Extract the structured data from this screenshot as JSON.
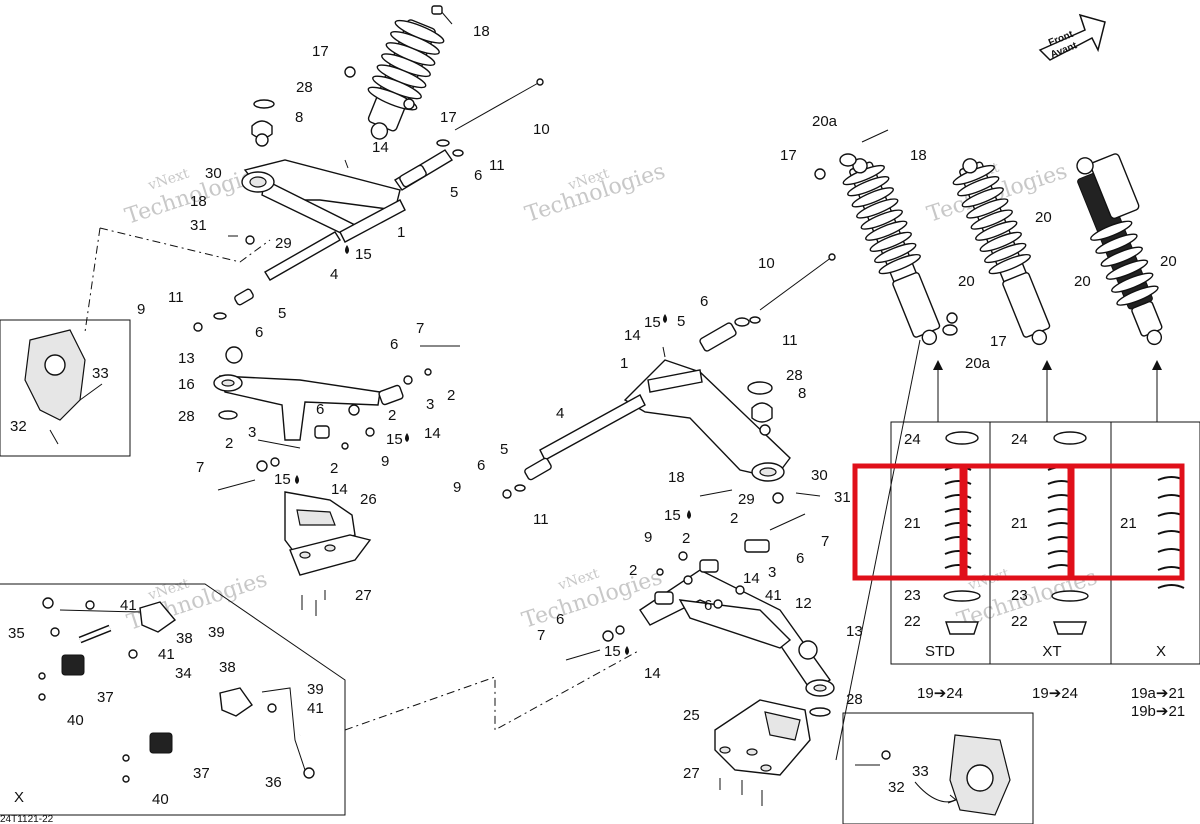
{
  "diagram": {
    "figure_code": "24T1121-22",
    "watermark": [
      "vNext Technologies",
      "vNext",
      "Technologies"
    ],
    "front_arrow": [
      "Front",
      "Avant"
    ],
    "left_box_label": "X",
    "spring_table": {
      "columns": [
        {
          "name": "STD",
          "codes": [
            "19➔24"
          ]
        },
        {
          "name": "XT",
          "codes": [
            "19➔24"
          ]
        },
        {
          "name": "X",
          "codes": [
            "19a➔21",
            "19b➔21"
          ]
        }
      ],
      "row_labels": {
        "cup_top": "24",
        "spring": "21",
        "seat": "23",
        "retainer": "22"
      }
    },
    "callouts": {
      "c18a": "18",
      "c17a": "17",
      "c28a": "28",
      "c8a": "8",
      "c17b": "17",
      "c10a": "10",
      "c30a": "30",
      "c14a": "14",
      "c18b": "18",
      "c6a": "6",
      "c11a": "11",
      "c5a": "5",
      "c31a": "31",
      "c29a": "29",
      "c1a": "1",
      "c15a": "15",
      "c4a": "4",
      "c9a": "9",
      "c11b": "11",
      "c6b": "6",
      "c5b": "5",
      "c33a": "33",
      "c32a": "32",
      "c7a": "7",
      "c6c": "6",
      "c13a": "13",
      "c2a": "2",
      "c16a": "16",
      "c3a": "3",
      "c28b": "28",
      "c6d": "6",
      "c2b": "2",
      "c14b": "14",
      "c15b": "15",
      "c3b": "3",
      "c2c": "2",
      "c9b": "9",
      "c7b": "7",
      "c2d": "2",
      "c15c": "15",
      "c14c": "14",
      "c26": "26",
      "c27a": "27",
      "c35": "35",
      "c41a": "41",
      "c39a": "39",
      "c38a": "38",
      "c41b": "41",
      "c34": "34",
      "c37a": "37",
      "c40a": "40",
      "c38b": "38",
      "c39b": "39",
      "c41c": "41",
      "c37b": "37",
      "c40b": "40",
      "c36": "36",
      "c20a1": "20a",
      "c18c": "18",
      "c17c": "17",
      "c20a2": "20",
      "c20a3": "20",
      "c20b": "20",
      "c17d": "17",
      "c20a4": "20a",
      "c20c": "20",
      "c10b": "10",
      "c6e": "6",
      "c15d": "15",
      "c5c": "5",
      "c14d": "14",
      "c11c": "11",
      "c1b": "1",
      "c28c": "28",
      "c8b": "8",
      "c4b": "4",
      "c5d": "5",
      "c6f": "6",
      "c9c": "9",
      "c11d": "11",
      "c18d": "18",
      "c30b": "30",
      "c29b": "29",
      "c31b": "31",
      "c15e": "15",
      "c2e": "2",
      "c7c": "7",
      "c9d": "9",
      "c6g": "6",
      "c2f": "2",
      "c14e": "14",
      "c3c": "3",
      "c41d": "41",
      "c2g": "2",
      "c6h": "6",
      "c12": "12",
      "c7d": "7",
      "c6i": "6",
      "c13b": "13",
      "c15f": "15",
      "c14f": "14",
      "c28d": "28",
      "c25": "25",
      "c27b": "27",
      "c33b": "33",
      "c32b": "32"
    }
  }
}
